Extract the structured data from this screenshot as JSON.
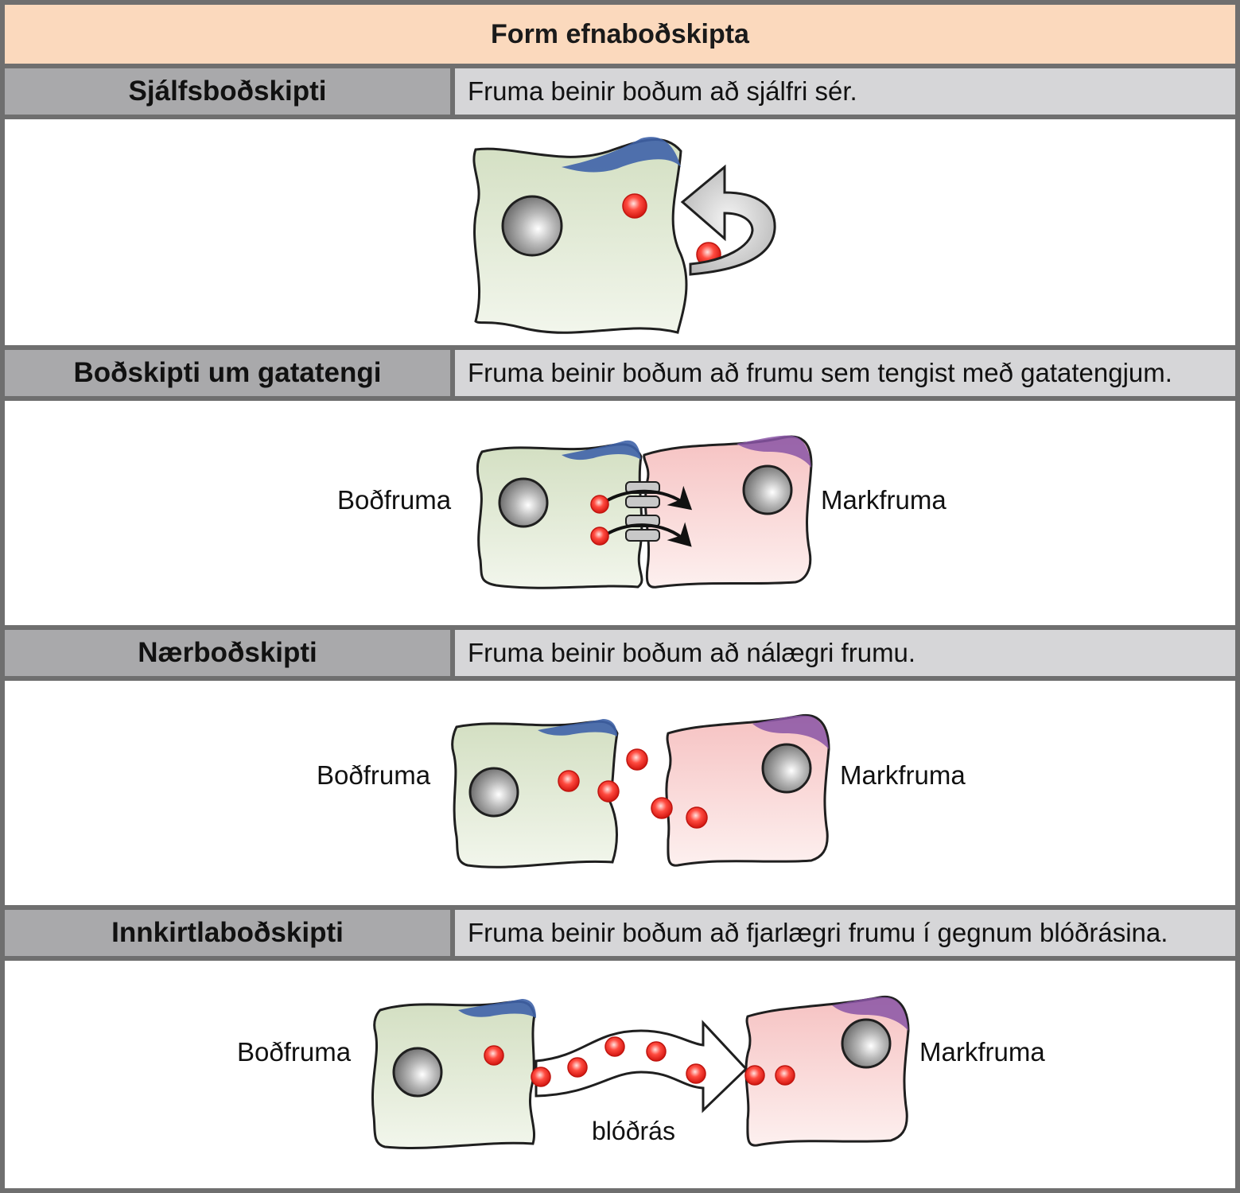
{
  "title": "Form efnaboðskipta",
  "rows": [
    {
      "name": "Sjálfsboðskipti",
      "description": "Fruma beinir boðum að sjálfri sér."
    },
    {
      "name": "Boðskipti um gatatengi",
      "description": "Fruma beinir boðum að frumu sem tengist með gatatengjum."
    },
    {
      "name": "Nærboðskipti",
      "description": "Fruma beinir boðum að nálægri frumu."
    },
    {
      "name": "Innkirtlaboðskipti",
      "description": "Fruma beinir boðum að fjarlægri frumu í gegnum blóðrásina."
    }
  ],
  "labels": {
    "signal_cell": "Boðfruma",
    "target_cell": "Markfruma",
    "bloodstream": "blóðrás"
  },
  "colors": {
    "title_bg": "#fbd9bd",
    "header_name_bg": "#a9a9ab",
    "header_desc_bg": "#d6d6d8",
    "signal_cell": "#dfe8d2",
    "target_cell": "#fad8d6",
    "signal_molecule": "#e8231c"
  }
}
